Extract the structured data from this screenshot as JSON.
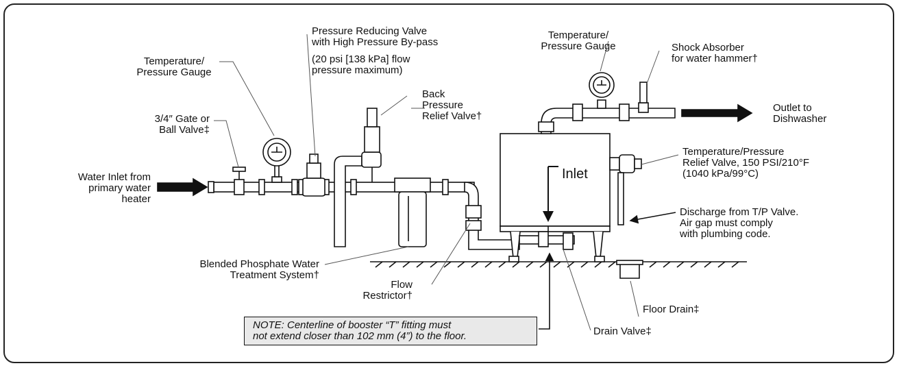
{
  "labels": {
    "water_inlet": "Water Inlet from\nprimary water\nheater",
    "gate_valve": "3/4″ Gate or\nBall Valve‡",
    "temp_gauge_left": "Temperature/\nPressure Gauge",
    "prv_title": "Pressure Reducing Valve\nwith High Pressure By-pass",
    "prv_note": "(20 psi [138 kPa] flow\npressure maximum)",
    "back_pressure": "Back\nPressure\nRelief Valve†",
    "phosphate": "Blended Phosphate Water\nTreatment System†",
    "flow_restrictor": "Flow\nRestrictor†",
    "temp_gauge_right": "Temperature/\nPressure Gauge",
    "shock_absorber": "Shock Absorber\nfor water hammer†",
    "outlet": "Outlet to\nDishwasher",
    "inlet": "Inlet",
    "tp_relief": "Temperature/Pressure\nRelief Valve, 150 PSI/210°F\n(1040 kPa/99°C)",
    "discharge": "Discharge from T/P Valve.\nAir gap must comply\nwith plumbing code.",
    "floor_drain": "Floor Drain‡",
    "drain_valve": "Drain Valve‡",
    "note": "NOTE: Centerline of booster “T” fitting must\nnot extend closer than 102 mm (4”) to the floor."
  },
  "colors": {
    "line": "#111111",
    "fill": "#ffffff",
    "note_bg": "#e9e9e9"
  }
}
